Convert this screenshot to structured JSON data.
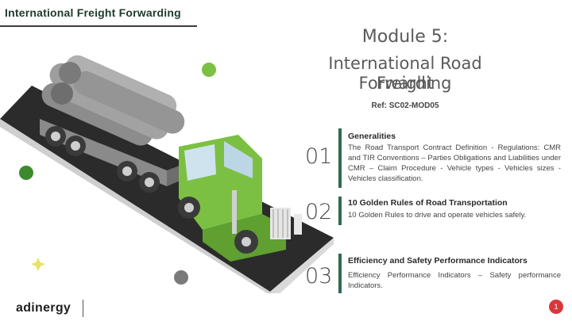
{
  "header": {
    "title": "International Freight Forwarding"
  },
  "module": {
    "title_line1": "Module 5:",
    "title_line2": "International Road Freight",
    "title_line3": "Forwarding",
    "ref": "Ref: SC02-MOD05"
  },
  "sections": [
    {
      "number": "01",
      "title": "Generalities",
      "text": "The Road Transport Contract Definition - Regulations: CMR and TIR Conventions – Parties Obligations and Liabilities under CMR – Claim Procedure - Vehicle types - Vehicles sizes - Vehicles classification."
    },
    {
      "number": "02",
      "title": "10 Golden Rules of Road Transportation",
      "text": "10 Golden Rules to drive and operate vehicles safely."
    },
    {
      "number": "03",
      "title": "Efficiency and Safety Performance Indicators",
      "text": "Efficiency Performance Indicators – Safety performance Indicators."
    }
  ],
  "footer": {
    "logo": "adinergy",
    "page_number": "1"
  },
  "colors": {
    "accent_dark_green": "#2f6b4f",
    "truck_green": "#7cc043",
    "badge_red": "#d9383a"
  }
}
